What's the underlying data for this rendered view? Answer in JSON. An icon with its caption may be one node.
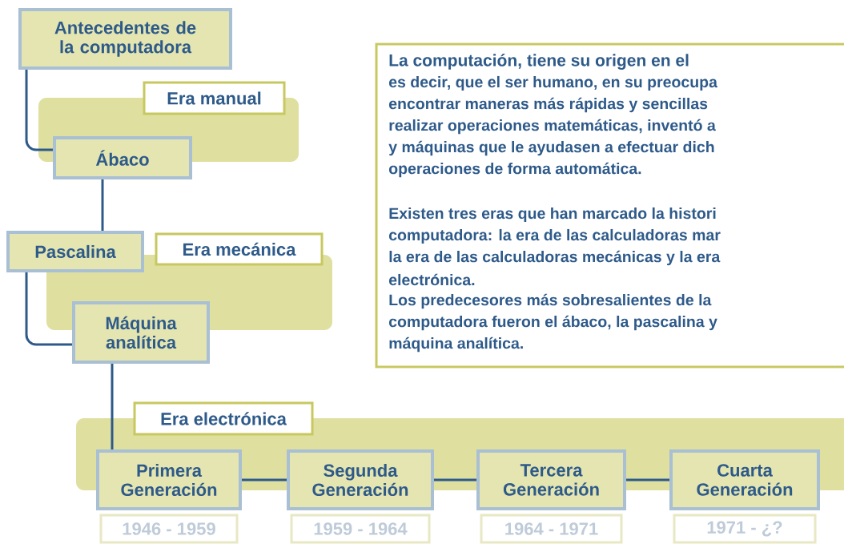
{
  "diagram": {
    "nodes": [
      {
        "text": [
          "Antecedentes de la computadora"
        ]
      },
      {
        "text": [
          "La computación, tiene su origen en el",
          "es decir, que el ser humano, en su preocupa",
          "encontrar maneras más rápidas y sencillas",
          "realizar operaciones matemáticas, inventó a",
          "y máquinas que le ayudasen a efectuar dich",
          "operaciones de forma automática.",
          "Existen tres eras que han marcado la histori",
          "computadora: la era de las calculadoras mar",
          "la era de las calculadoras mecánicas y la era",
          "electrónica.",
          "Los predecesores más sobresalientes de la",
          "computadora fueron el ábaco, la pascalina y",
          "máquina analítica."
        ]
      },
      {
        "text": [
          "Era manual"
        ]
      },
      {
        "text": [
          "Ábaco"
        ]
      },
      {
        "text": [
          "Pascalina"
        ]
      },
      {
        "text": [
          "Era mecánica"
        ]
      },
      {
        "text": [
          "Máquina analítica"
        ]
      },
      {
        "text": [
          "Era electrónica"
        ]
      },
      {
        "text": [
          "Primera Generación"
        ],
        "beside": [
          "1946 - 1959"
        ]
      },
      {
        "text": [
          "Segunda Generación"
        ],
        "beside": [
          "1959 - 1964"
        ]
      },
      {
        "text": [
          "Tercera Generación"
        ],
        "beside": [
          "1964 - 1971"
        ]
      },
      {
        "text": [
          "Cuarta Generación"
        ],
        "beside": [
          "1971 - ¿?"
        ]
      }
    ],
    "edges": [
      {
        "from": 0,
        "to": 3,
        "arrow": "none"
      },
      {
        "from": 3,
        "to": 4,
        "arrow": "none"
      },
      {
        "from": 4,
        "to": 6,
        "arrow": "none"
      },
      {
        "from": 6,
        "to": 8,
        "arrow": "none"
      },
      {
        "from": 8,
        "to": 9,
        "arrow": "none"
      },
      {
        "from": 9,
        "to": 10,
        "arrow": "none"
      },
      {
        "from": 10,
        "to": 11,
        "arrow": "none"
      }
    ]
  }
}
